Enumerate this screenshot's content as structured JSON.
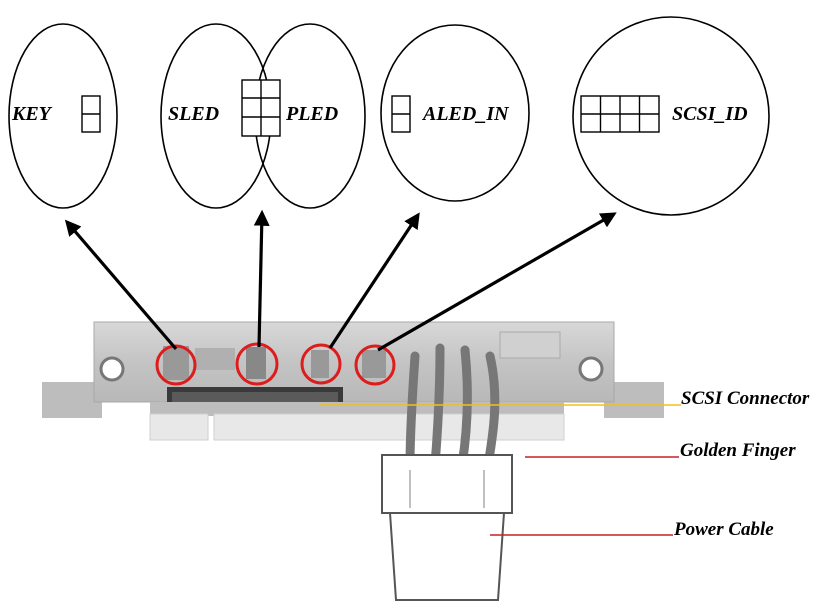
{
  "bubbles": {
    "key": "KEY",
    "sled": "SLED",
    "pled": "PLED",
    "aled_in": "ALED_IN",
    "scsi_id": "SCSI_ID"
  },
  "callouts": {
    "scsi_connector": "SCSI Connector",
    "golden_finger": "Golden Finger",
    "power_cable": "Power Cable"
  },
  "colors": {
    "arrow": "#000000",
    "highlight_circle": "#dd1c1c",
    "scsi_line": "#f0c020",
    "callout_line": "#c8202a"
  }
}
